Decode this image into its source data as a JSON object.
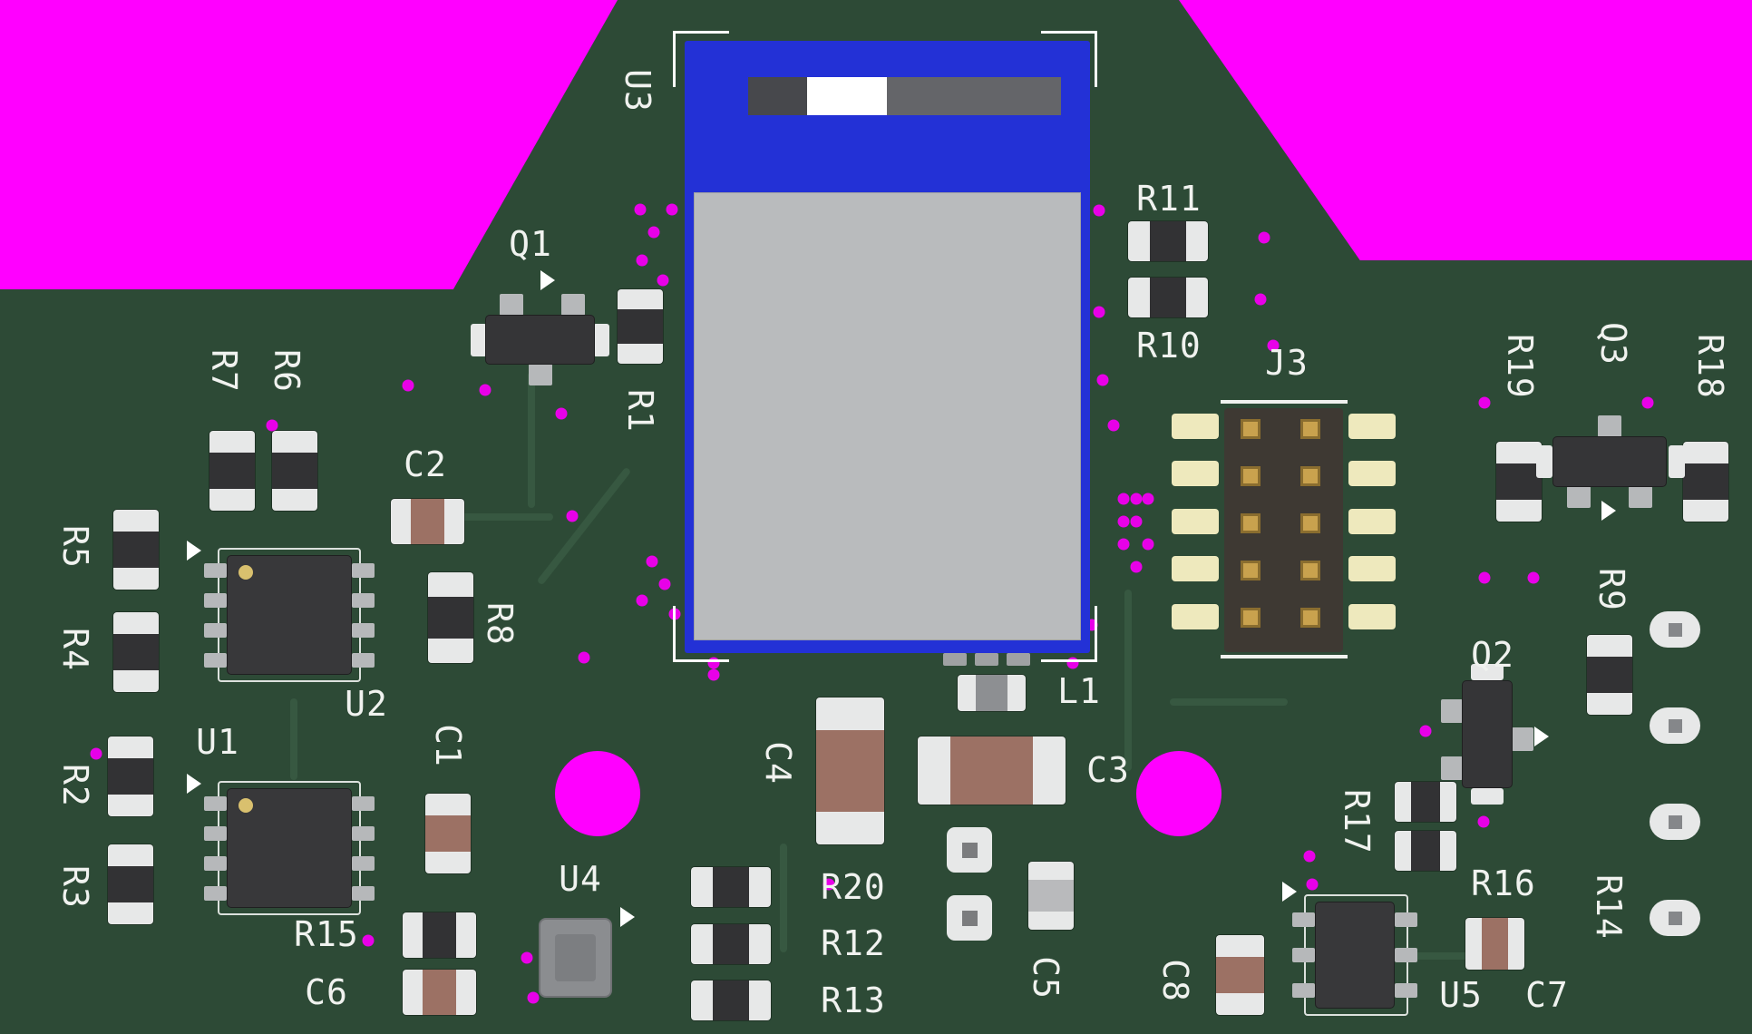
{
  "view": {
    "type": "pcb-3d-render"
  },
  "colors": {
    "pcb": "#2d4a36",
    "void": "#ff00ff",
    "module": "#2331d6",
    "shield": "#b9bbbd",
    "silk": "#f0f2ef",
    "pad": "#e7e8e8",
    "resbody": "#323234",
    "cap": "#9c7164",
    "gold": "#c9a24e",
    "hpad": "#eee9bd",
    "via": "#e800e8",
    "pin": "#b6b8ba",
    "die": "#38383a"
  },
  "designators": {
    "u1": "U1",
    "u2": "U2",
    "u3": "U3",
    "u4": "U4",
    "u5": "U5",
    "q1": "Q1",
    "q2": "Q2",
    "q3": "Q3",
    "j3": "J3",
    "l1": "L1",
    "r1": "R1",
    "r2": "R2",
    "r3": "R3",
    "r4": "R4",
    "r5": "R5",
    "r6": "R6",
    "r7": "R7",
    "r8": "R8",
    "r9": "R9",
    "r10": "R10",
    "r11": "R11",
    "r12": "R12",
    "r13": "R13",
    "r14": "R14",
    "r15": "R15",
    "r16": "R16",
    "r17": "R17",
    "r18": "R18",
    "r19": "R19",
    "r20": "R20",
    "c1": "C1",
    "c2": "C2",
    "c3": "C3",
    "c4": "C4",
    "c5": "C5",
    "c6": "C6",
    "c7": "C7",
    "c8": "C8"
  }
}
